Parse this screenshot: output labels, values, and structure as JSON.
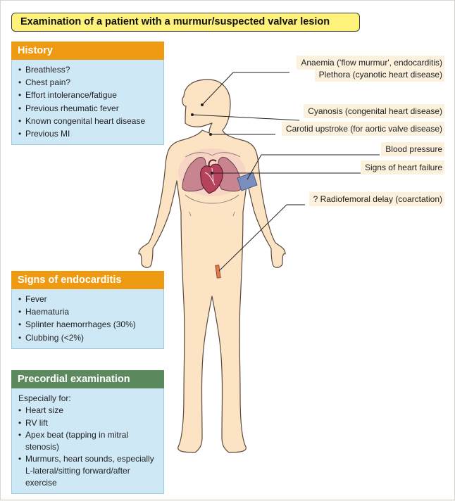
{
  "title": "Examination of a patient with a murmur/suspected valvar lesion",
  "history": {
    "heading": "History",
    "items": [
      "Breathless?",
      "Chest pain?",
      "Effort intolerance/fatigue",
      "Previous rheumatic fever",
      "Known congenital heart disease",
      "Previous MI"
    ]
  },
  "endocarditis": {
    "heading": "Signs of endocarditis",
    "items": [
      "Fever",
      "Haematuria",
      "Splinter haemorrhages (30%)",
      "Clubbing (<2%)"
    ]
  },
  "precordial": {
    "heading": "Precordial examination",
    "intro": "Especially for:",
    "items": [
      "Heart size",
      "RV lift",
      "Apex beat (tapping in mitral stenosis)",
      "Murmurs, heart sounds, especially L-lateral/sitting forward/after exercise"
    ]
  },
  "annotations": {
    "anaemia": "Anaemia ('flow murmur', endocarditis)",
    "plethora": "Plethora (cyanotic heart disease)",
    "cyanosis": "Cyanosis (congenital heart disease)",
    "carotid": "Carotid upstroke (for aortic valve disease)",
    "bp": "Blood pressure",
    "heart_failure": "Signs of heart failure",
    "radiofemoral": "? Radiofemoral delay (coarctation)"
  },
  "colors": {
    "title_bg": "#fff27a",
    "orange_header": "#ee9a12",
    "green_header": "#5c8a5e",
    "panel_body": "#cfe8f6",
    "skin": "#fbe3c4",
    "annotation_bg": "#fbf1dd"
  }
}
